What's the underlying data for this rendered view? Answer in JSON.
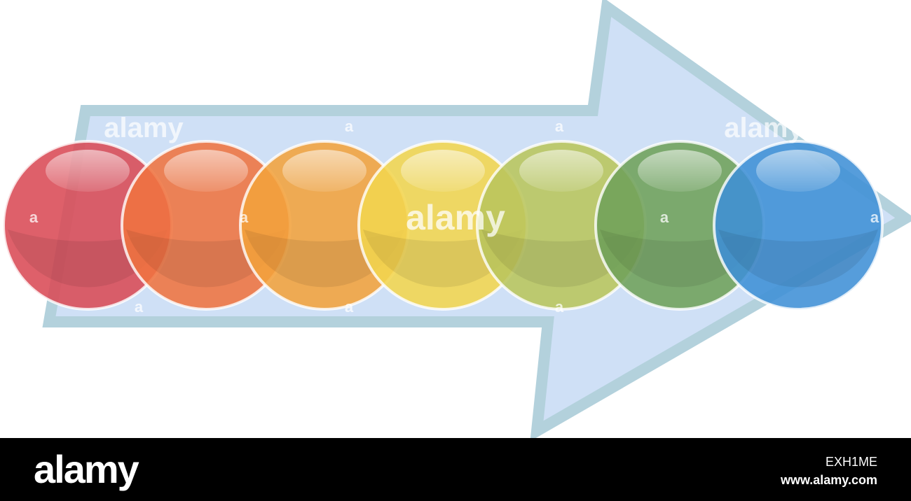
{
  "diagram": {
    "arrow": {
      "fill": "#cfe0f6",
      "stroke": "#b3d1dc"
    },
    "circles": [
      {
        "color": "#d94a55"
      },
      {
        "color": "#ef7340"
      },
      {
        "color": "#f2a23c"
      },
      {
        "color": "#f3d54e"
      },
      {
        "color": "#b9c55c"
      },
      {
        "color": "#6fa05a"
      },
      {
        "color": "#3f8fd6"
      }
    ]
  },
  "watermark": {
    "center": "alamy",
    "corner": "alamy",
    "small": "a"
  },
  "footer": {
    "logo": "alamy",
    "image_id": "EXH1ME",
    "url": "www.alamy.com"
  }
}
